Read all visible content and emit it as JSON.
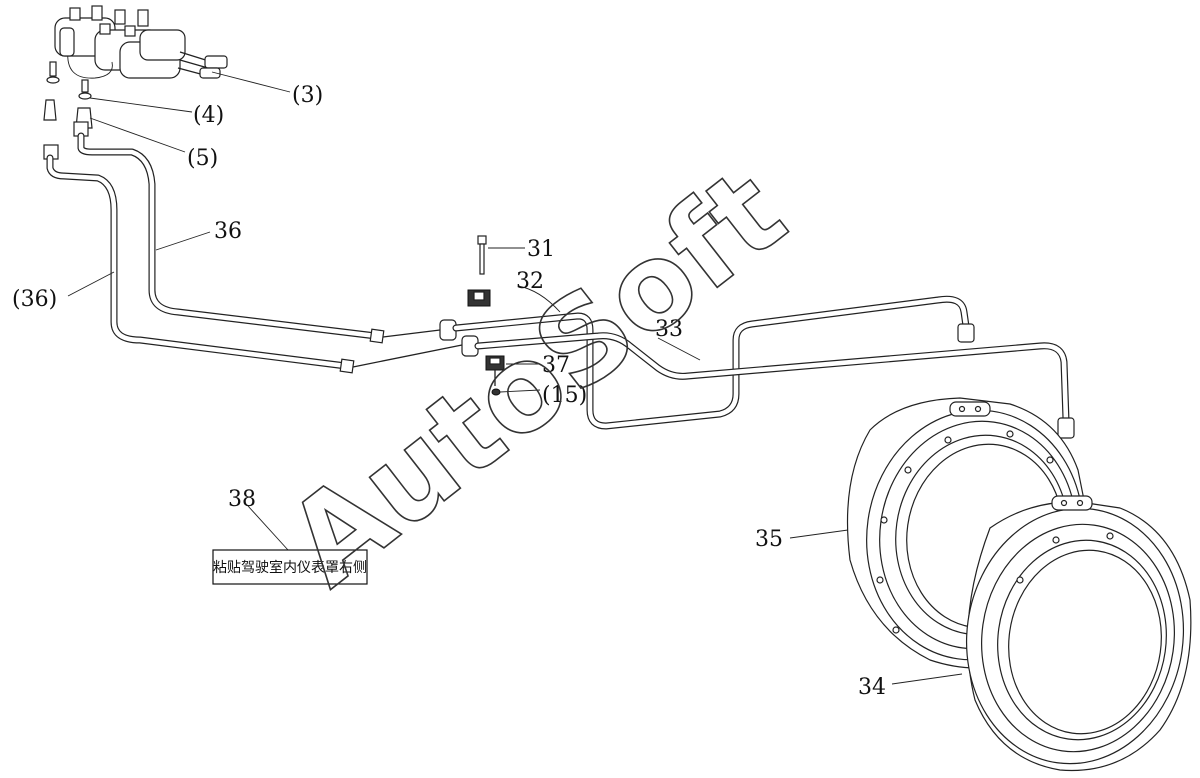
{
  "callouts": {
    "c3": "(3)",
    "c4": "(4)",
    "c5": "(5)",
    "c36": "36",
    "c36b": "(36)",
    "c31": "31",
    "c32": "32",
    "c33": "33",
    "c37": "37",
    "c15": "(15)",
    "c38": "38",
    "c35": "35",
    "c34": "34"
  },
  "note_label": "粘贴驾驶室内仪表罩右侧",
  "watermark": "AutoSoft"
}
